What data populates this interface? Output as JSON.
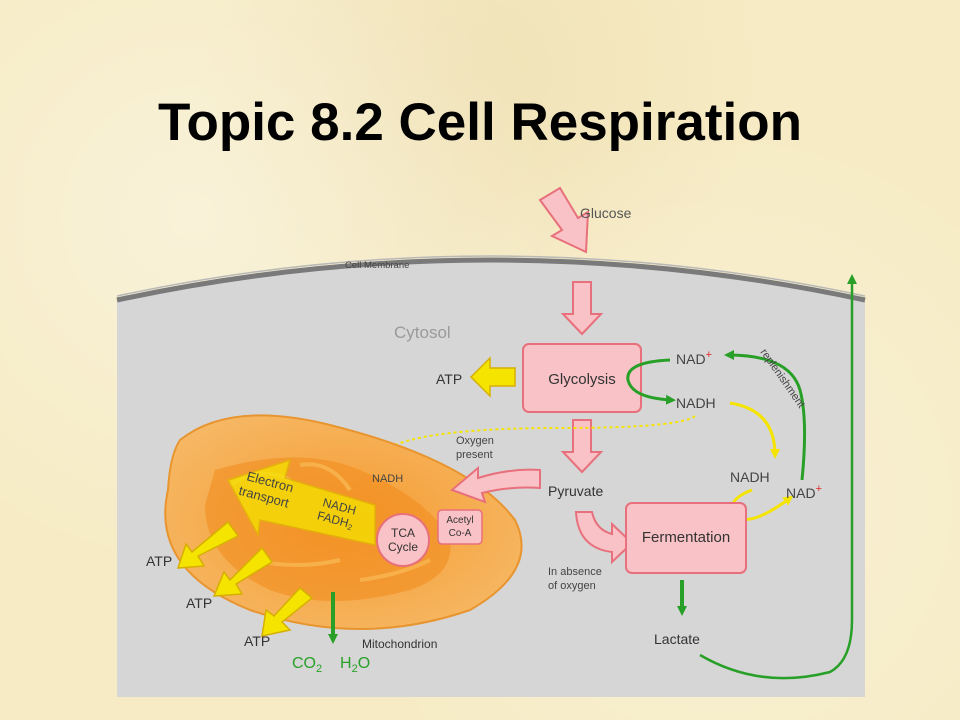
{
  "title": "Topic 8.2 Cell Respiration",
  "labels": {
    "glucose": "Glucose",
    "cell_membrane": "Cell Membrane",
    "cytosol": "Cytosol",
    "glycolysis": "Glycolysis",
    "atp_glycolysis": "ATP",
    "nad_plus_top": "NAD",
    "nadh_top": "NADH",
    "replenishment": "replenishment",
    "oxygen_present_1": "Oxygen",
    "oxygen_present_2": "present",
    "nadh_mito": "NADH",
    "electron_1": "Electron",
    "electron_2": "transport",
    "nadh_inner": "NADH",
    "fadh_inner": "FADH",
    "fadh_sub": "2",
    "tca_1": "TCA",
    "tca_2": "Cycle",
    "acetyl_1": "Acetyl",
    "acetyl_2": "Co-A",
    "pyruvate": "Pyruvate",
    "nadh_right": "NADH",
    "nad_plus_right": "NAD",
    "fermentation": "Fermentation",
    "absence_1": "In absence",
    "absence_2": "of oxygen",
    "lactate": "Lactate",
    "atp_1": "ATP",
    "atp_2": "ATP",
    "atp_3": "ATP",
    "mitochondrion": "Mitochondrion",
    "co2": "CO",
    "co2_sub": "2",
    "h2o_h": "H",
    "h2o_sub": "2",
    "h2o_o": "O",
    "plus_sign": "+"
  },
  "colors": {
    "cytosol": "#d6d6d6",
    "membrane": "#808080",
    "box_fill": "#f8c2c6",
    "box_stroke": "#e8707c",
    "green": "#28a028",
    "yellow": "#f5e400",
    "nad_plus": "#e02828",
    "mito_outer": "#f7b04a",
    "mito_inner": "#f08a1c"
  }
}
